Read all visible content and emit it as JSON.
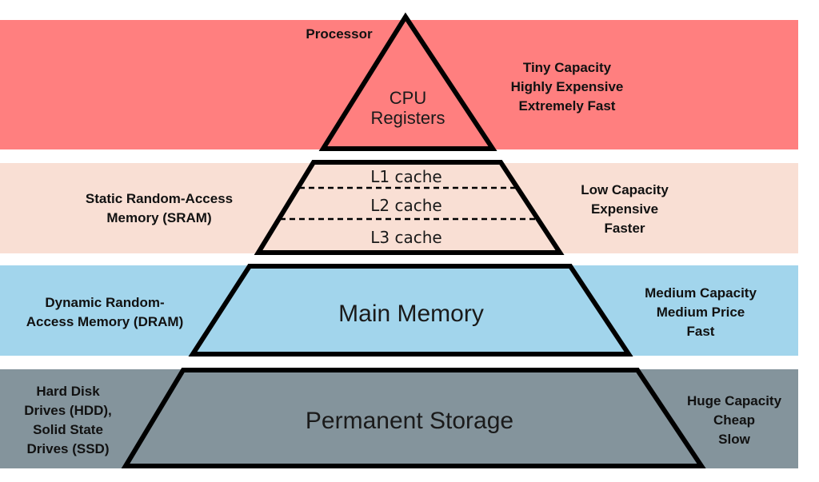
{
  "title": "Memory Hierarchy",
  "colors": {
    "registers_band": "#ff7f7f",
    "sram_band": "#f9dfd4",
    "dram_band": "#a2d5ec",
    "storage_band": "#84949c",
    "outline": "#000000"
  },
  "levels": [
    {
      "id": "registers",
      "inner_label": [
        "CPU",
        "Registers"
      ],
      "left_label": [
        "Processor"
      ],
      "right_label": [
        "Tiny Capacity",
        "Highly Expensive",
        "Extremely Fast"
      ]
    },
    {
      "id": "sram",
      "inner_label": [
        "L1 cache",
        "L2 cache",
        "L3 cache"
      ],
      "left_label": [
        "Static Random-Access",
        "Memory (SRAM)"
      ],
      "right_label": [
        "Low Capacity",
        "Expensive",
        "Faster"
      ]
    },
    {
      "id": "dram",
      "inner_label": [
        "Main Memory"
      ],
      "left_label": [
        "Dynamic Random-",
        "Access Memory (DRAM)"
      ],
      "right_label": [
        "Medium Capacity",
        "Medium Price",
        "Fast"
      ]
    },
    {
      "id": "storage",
      "inner_label": [
        "Permanent Storage"
      ],
      "left_label": [
        "Hard Disk",
        "Drives (HDD),",
        "Solid State",
        "Drives (SSD)"
      ],
      "right_label": [
        "Huge Capacity",
        "Cheap",
        "Slow"
      ]
    }
  ]
}
